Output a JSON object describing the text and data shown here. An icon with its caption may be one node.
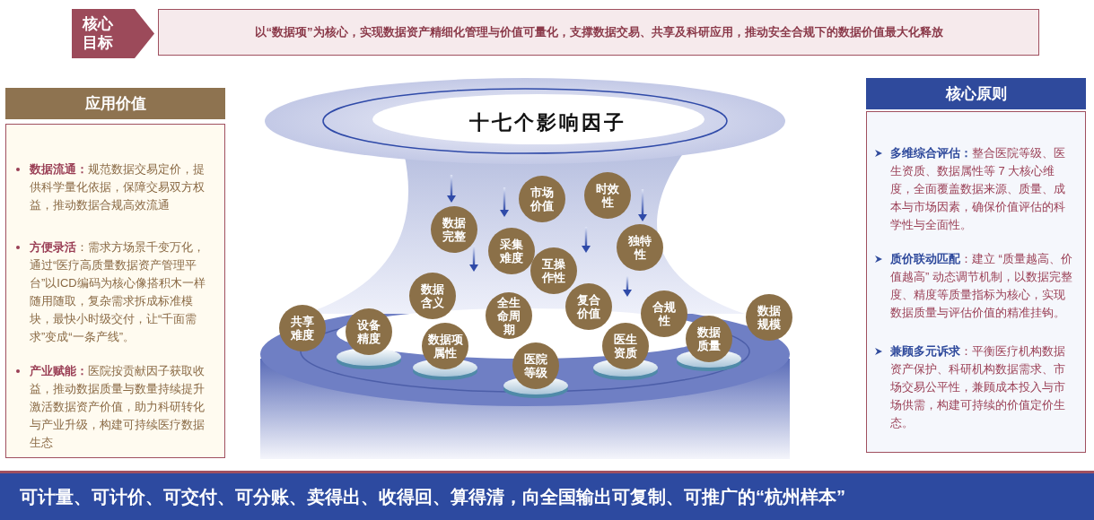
{
  "diagram": {
    "nodes": [
      {
        "text": [
          "核心目标"
        ]
      },
      {
        "text": [
          "以“数据项”为核心，实现数据资产精细化管理与价值可量化，支撑数据交易、共享及科研应用，推动安全合规下的数据价值最大化释放"
        ]
      },
      {
        "text": [
          "应用价值"
        ]
      },
      {
        "text": [
          "**数据流通：**规范数据交易定价，提供科学量化依据，保障交易双方权益，推动数据合规高效流通",
          "**方便录活**：需求方场景千变万化，通过“医疗高质量数据资产管理平台”以ICD编码为核心像搭积木一样随用随取，复杂需求拆成标准模块，最快小时级交付，让“千面需求”变成“一条产线”。",
          "**产业赋能：**医院按贡献因子获取收益，推动数据质量与数量持续提升激活数据资产价值，助力科研转化与产业升级，构建可持续医疗数据生态"
        ]
      },
      {
        "text": [
          "核心原则"
        ]
      },
      {
        "text": [
          "**多维综合评估：**整合医院等级、医生资质、数据属性等 7 大核心维度，全面覆盖数据来源、质量、成本与市场因素，确保价值评估的科学性与全面性。",
          "**质价联动匹配**：建立 “质量越高、价值越高” 动态调节机制，以数据完整度、精度等质量指标为核心，实现数据质量与评估价值的精准挂钩。",
          "**兼顾多元诉求**：平衡医疗机构数据资产保护、科研机构数据需求、市场交易公平性，兼顾成本投入与市场供需，构建可持续的价值定价生态。"
        ]
      },
      {
        "text": [
          "十七个影响因子"
        ]
      },
      {
        "text": [
          "时效性"
        ]
      },
      {
        "text": [
          "市场价值"
        ]
      },
      {
        "text": [
          "数据完整"
        ]
      },
      {
        "text": [
          "独特性"
        ]
      },
      {
        "text": [
          "采集难度"
        ]
      },
      {
        "text": [
          "互操作性"
        ]
      },
      {
        "text": [
          "数据含义"
        ]
      },
      {
        "text": [
          "复合价值"
        ]
      },
      {
        "text": [
          "合规性"
        ]
      },
      {
        "text": [
          "全生命周期"
        ]
      },
      {
        "text": [
          "数据规模"
        ]
      },
      {
        "text": [
          "共享难度"
        ]
      },
      {
        "text": [
          "设备精度"
        ]
      },
      {
        "text": [
          "数据质量"
        ]
      },
      {
        "text": [
          "数据项属性"
        ]
      },
      {
        "text": [
          "医生资质"
        ]
      },
      {
        "text": [
          "医院等级"
        ]
      },
      {
        "text": [
          "可计量、可计价、可交付、可分账、卖得出、收得回、算得清，向全国输出可复制、可推广的“杭州样本”"
        ]
      }
    ]
  }
}
